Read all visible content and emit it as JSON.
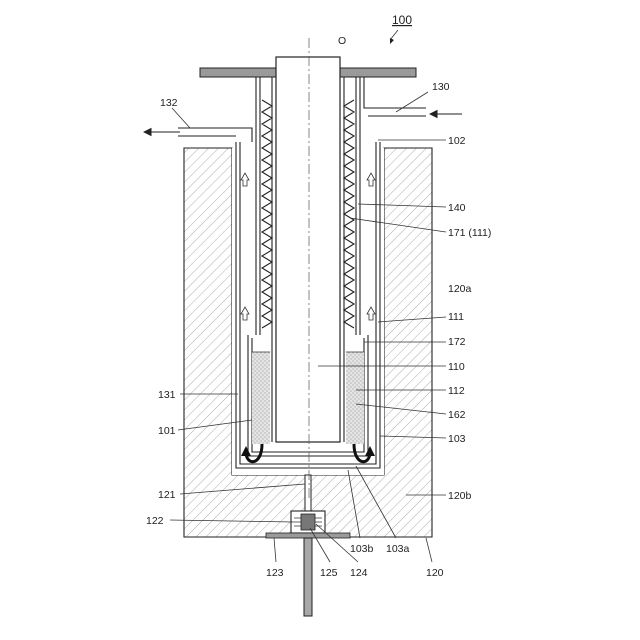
{
  "figure_ref": "100",
  "axis_label": "O",
  "labels": {
    "l130": "130",
    "l132": "132",
    "l102": "102",
    "l140": "140",
    "l171": "171 (111)",
    "l120a": "120a",
    "l111": "111",
    "l172": "172",
    "l110": "110",
    "l112": "112",
    "l131": "131",
    "l162": "162",
    "l101": "101",
    "l103": "103",
    "l121": "121",
    "l120b": "120b",
    "l122": "122",
    "l103b": "103b",
    "l103a": "103a",
    "l123": "123",
    "l125": "125",
    "l124": "124",
    "l120": "120"
  },
  "colors": {
    "line": "#222222",
    "hatch": "#8a8a8a",
    "liquid": "#d6d6d6",
    "plate": "#9a9a9a"
  }
}
